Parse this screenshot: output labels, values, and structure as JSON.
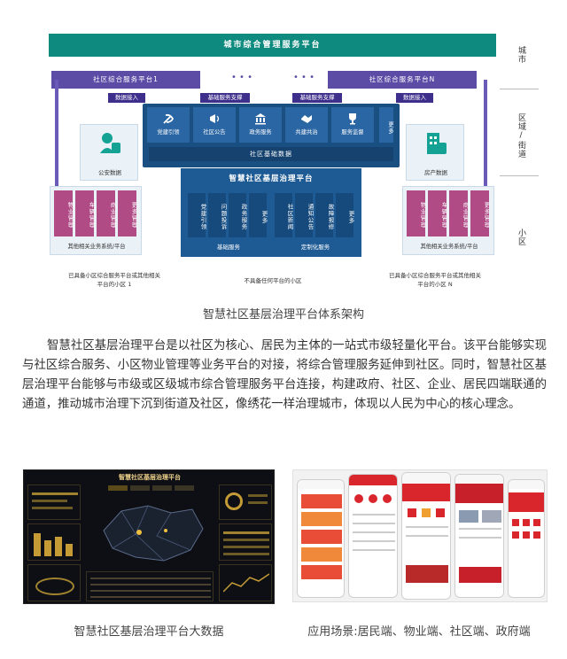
{
  "diagram": {
    "top_bar": "城市综合管理服务平台",
    "side_labels": {
      "city": "城市",
      "district": "区域/街道",
      "community": "小区"
    },
    "platform_1": "社区综合服务平台1",
    "platform_n": "社区综合服务平台N",
    "dots": "• • •",
    "data_access_left": "数据接入",
    "data_access_right": "数据接入",
    "basic_support_left": "基础服务支撑",
    "basic_support_right": "基础服务支撑",
    "modules": [
      "党建引领",
      "社区公告",
      "政务服务",
      "共建共治",
      "服务监督"
    ],
    "more": "更多",
    "base_data": "社区基础数据",
    "core_title": "智慧社区基层治理平台",
    "basic_services": [
      "党建引领",
      "问题投诉",
      "政务服务",
      "更多"
    ],
    "basic_services_label": "基础服务",
    "custom_services": [
      "社区新闻",
      "通知公告",
      "故障报修",
      "更多"
    ],
    "custom_services_label": "定制化服务",
    "police_data": "公安数据",
    "house_data": "房产数据",
    "left_property": [
      "物业管理",
      "车辆管理",
      "商业管理",
      "更多管理"
    ],
    "right_property": [
      "物业管理",
      "车辆管理",
      "商业管理",
      "更多管理"
    ],
    "left_other": "其他相关业务系统/平台",
    "right_other": "其他相关业务系统/平台",
    "left_note": "已具备小区综合服务平台或其他相关平台的小区 1",
    "right_note": "已具备小区综合服务平台或其他相关平台的小区 N",
    "center_note": "不具备任何平台的小区"
  },
  "caption1": "智慧社区基层治理平台体系架构",
  "paragraph": "智慧社区基层治理平台是以社区为核心、居民为主体的一站式市级轻量化平台。该平台能够实现与社区综合服务、小区物业管理等业务平台的对接，将综合管理服务延伸到社区。同时，智慧社区基层治理平台能够与市级或区级城市综合管理服务平台连接，构建政府、社区、企业、居民四端联通的通道，推动城市治理下沉到街道及社区，像绣花一样治理城市，体现以人民为中心的核心理念。",
  "dashboard": {
    "title": "智慧社区基层治理平台"
  },
  "caption2": "智慧社区基层治理平台大数据",
  "caption3": "应用场景:居民端、物业端、社区端、政府端",
  "colors": {
    "teal": "#0f8a7e",
    "purple": "#5d4ca6",
    "navy": "#1a4f82",
    "accent_red": "#d8262c"
  }
}
